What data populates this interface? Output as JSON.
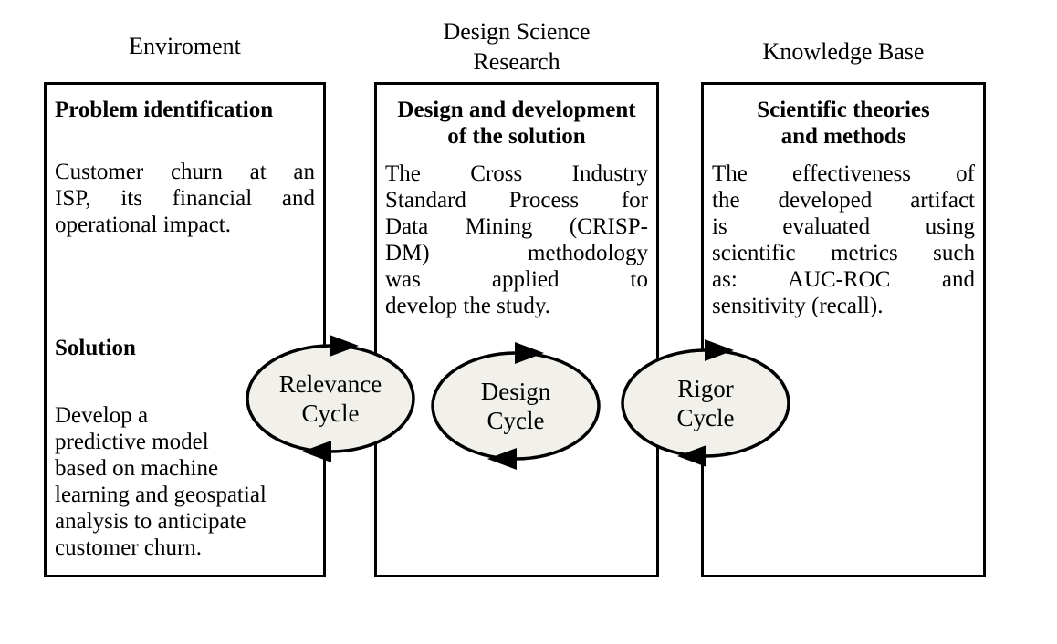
{
  "diagram": {
    "environment": {
      "title": "Enviroment",
      "header": "Problem identification",
      "problem_lines": [
        "Customer churn at an",
        "ISP,  its financial and",
        "operational impact."
      ],
      "solution_header": "Solution",
      "solution_lines": [
        "Develop a",
        "predictive model",
        "based on machine",
        "learning and geospatial",
        "analysis to anticipate",
        "customer churn."
      ]
    },
    "design_science_research": {
      "title_lines": [
        "Design Science",
        "Research"
      ],
      "header_lines": [
        "Design and development",
        "of the solution"
      ],
      "body_lines": [
        "The Cross Industry",
        "Standard Process for",
        "Data Mining (CRISP-",
        "DM) methodology",
        "was applied to",
        "develop the study."
      ]
    },
    "knowledge_base": {
      "title": "Knowledge Base",
      "header_lines": [
        "Scientific theories",
        "and methods"
      ],
      "body_lines": [
        "The effectiveness of",
        "the developed artifact",
        "is evaluated using",
        "scientific metrics such",
        "as: AUC-ROC and",
        "sensitivity (recall)."
      ]
    },
    "cycles": {
      "relevance_lines": [
        "Relevance",
        "Cycle"
      ],
      "design_lines": [
        "Design",
        "Cycle"
      ],
      "rigor_lines": [
        "Rigor",
        "Cycle"
      ]
    }
  },
  "colors": {
    "background": "#ffffff",
    "box_border": "#000000",
    "ellipse_fill": "#f1f0ea",
    "ellipse_stroke": "#000000",
    "arrow_fill": "#000000",
    "text": "#000000"
  }
}
